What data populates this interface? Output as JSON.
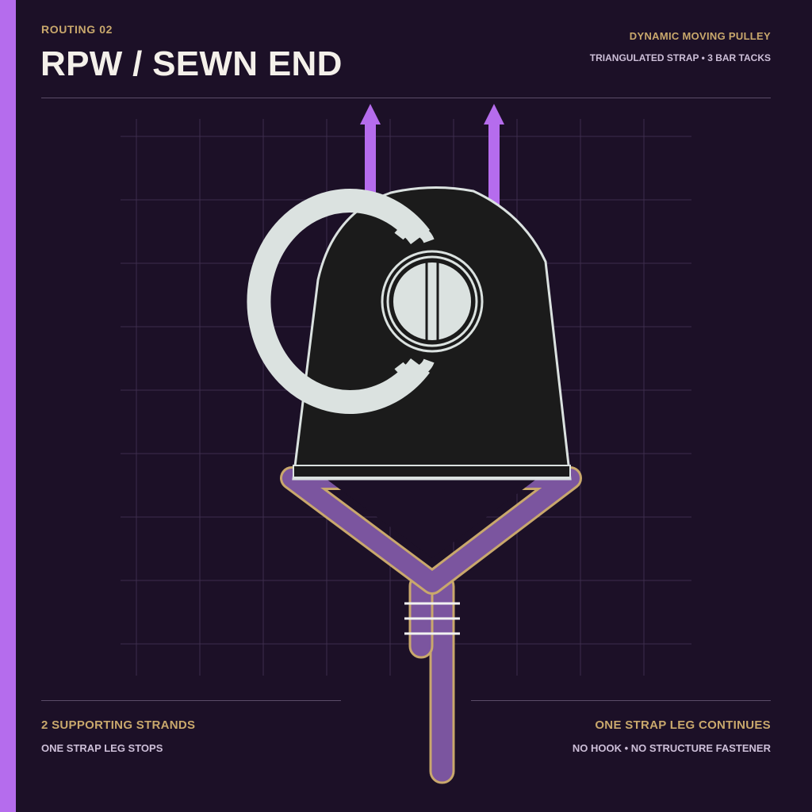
{
  "header": {
    "eyebrow": "ROUTING 02",
    "title": "RPW / SEWN END",
    "subtitle_primary": "DYNAMIC MOVING PULLEY",
    "subtitle_secondary": "TRIANGULATED STRAP • 3 BAR TACKS"
  },
  "footer": {
    "left_primary": "2 SUPPORTING STRANDS",
    "left_secondary": "ONE STRAP LEG STOPS",
    "right_primary": "ONE STRAP LEG CONTINUES",
    "right_secondary": "NO HOOK • NO STRUCTURE FASTENER"
  },
  "diagram": {
    "supporting_strands": 2,
    "bar_tacks": 3,
    "components": [
      "rope-strand-arrow",
      "pulley-body",
      "carabiner-ring",
      "pulley-sheave",
      "triangulated-strap",
      "bar-tack"
    ]
  },
  "colors": {
    "background": "#1c1027",
    "accent": "#b56ced",
    "gold": "#c9a86c",
    "title": "#f4f0ea",
    "subtitle": "#cdbfd8",
    "strap": "#7b559f",
    "pulley_body": "#1b1b1b",
    "ring": "#dbe2e0",
    "grid": "#3d2d4c"
  }
}
